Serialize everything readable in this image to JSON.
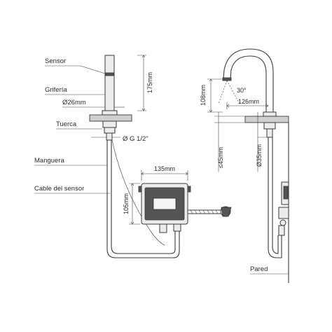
{
  "labels": {
    "sensor": "Sensor",
    "griferia": "Grifería",
    "diameter_26": "Ø26mm",
    "tuerca": "Tuerca",
    "thread": "Ø G 1/2\"",
    "manguera": "Manguera",
    "cable": "Cable del sensor",
    "pared": "Pared"
  },
  "dimensions": {
    "height_175": "175mm",
    "width_135": "135mm",
    "height_105": "105mm",
    "height_108": "108mm",
    "angle_30": "30°",
    "reach_126": "126mm",
    "depth_45": "≤45mm",
    "diameter_35": "Ø35mm"
  }
}
